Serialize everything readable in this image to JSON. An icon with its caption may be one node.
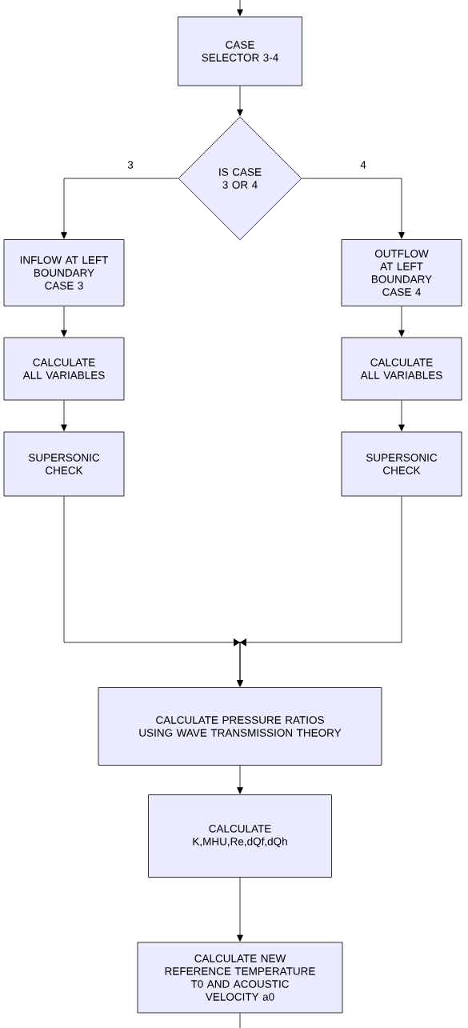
{
  "diagram": {
    "nodes": [
      {
        "text": [
          "CASE SELECTOR 3-4"
        ]
      },
      {
        "text": [
          "IS CASE 3 OR 4"
        ]
      },
      {
        "text": [
          "INFLOW AT LEFT BOUNDARY CASE 3"
        ]
      },
      {
        "text": [
          "OUTFLOW AT LEFT BOUNDARY CASE 4"
        ]
      },
      {
        "text": [
          "CALCULATE ALL VARIABLES"
        ]
      },
      {
        "text": [
          "CALCULATE ALL VARIABLES"
        ]
      },
      {
        "text": [
          "SUPERSONIC CHECK"
        ]
      },
      {
        "text": [
          "SUPERSONIC CHECK"
        ]
      },
      {
        "text": [
          "CALCULATE PRESSURE RATIOS USING WAVE TRANSMISSION THEORY"
        ]
      },
      {
        "text": [
          "CALCULATE K,MHU,Re,dQf,dQh"
        ]
      },
      {
        "text": [
          "CALCULATE NEW REFERENCE TEMPERATURE T0 AND ACOUSTIC VELOCITY a0"
        ]
      }
    ],
    "edges": [
      {
        "from": null,
        "to": 0,
        "arrow": "to"
      },
      {
        "from": 0,
        "to": 1,
        "arrow": "to"
      },
      {
        "from": 1,
        "to": 2,
        "arrow": "to",
        "label": "3"
      },
      {
        "from": 1,
        "to": 3,
        "arrow": "to",
        "label": "4"
      },
      {
        "from": 2,
        "to": 4,
        "arrow": "to"
      },
      {
        "from": 3,
        "to": 5,
        "arrow": "to"
      },
      {
        "from": 4,
        "to": 6,
        "arrow": "to"
      },
      {
        "from": 5,
        "to": 7,
        "arrow": "to"
      },
      {
        "from": 6,
        "to": 8,
        "arrow": "to"
      },
      {
        "from": 7,
        "to": 8,
        "arrow": "to"
      },
      {
        "from": 8,
        "to": 9,
        "arrow": "to"
      },
      {
        "from": 9,
        "to": 10,
        "arrow": "to"
      },
      {
        "from": 10,
        "to": null,
        "arrow": "none"
      }
    ]
  }
}
